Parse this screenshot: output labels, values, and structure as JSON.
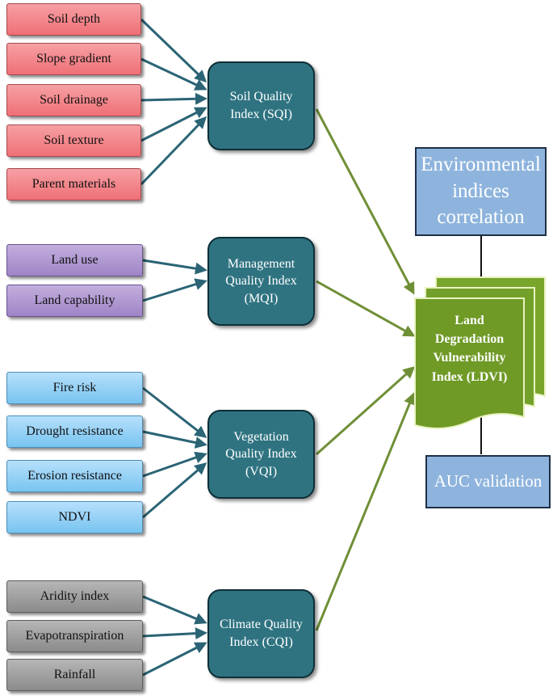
{
  "soil_inputs": [
    "Soil depth",
    "Slope gradient",
    "Soil drainage",
    "Soil texture",
    "Parent materials"
  ],
  "management_inputs": [
    "Land use",
    "Land capability"
  ],
  "vegetation_inputs": [
    "Fire risk",
    "Drought resistance",
    "Erosion resistance",
    "NDVI"
  ],
  "climate_inputs": [
    "Aridity index",
    "Evapotranspiration",
    "Rainfall"
  ],
  "indices": {
    "sqi": [
      "Soil Quality",
      "Index (SQI)"
    ],
    "mqi": [
      "Management",
      "Quality Index",
      "(MQI)"
    ],
    "vqi": [
      "Vegetation",
      "Quality Index",
      "(VQI)"
    ],
    "cqi": [
      "Climate Quality",
      "Index (CQI)"
    ]
  },
  "ldvi": [
    "Land",
    "Degradation",
    "Vulnerability",
    "Index (LDVI)"
  ],
  "environmental": [
    "Environmental",
    "indices",
    "correlation"
  ],
  "auc": "AUC validation",
  "colors": {
    "soil": "#f08a8f",
    "management": "#b39bd3",
    "vegetation": "#92d0f5",
    "climate": "#a3a3a3",
    "index": "#2f7381",
    "ldvi": "#6f9a26",
    "blue_box": "#8eb4dd",
    "arrow_input": "#2a6475",
    "arrow_index": "#6f8f36"
  }
}
